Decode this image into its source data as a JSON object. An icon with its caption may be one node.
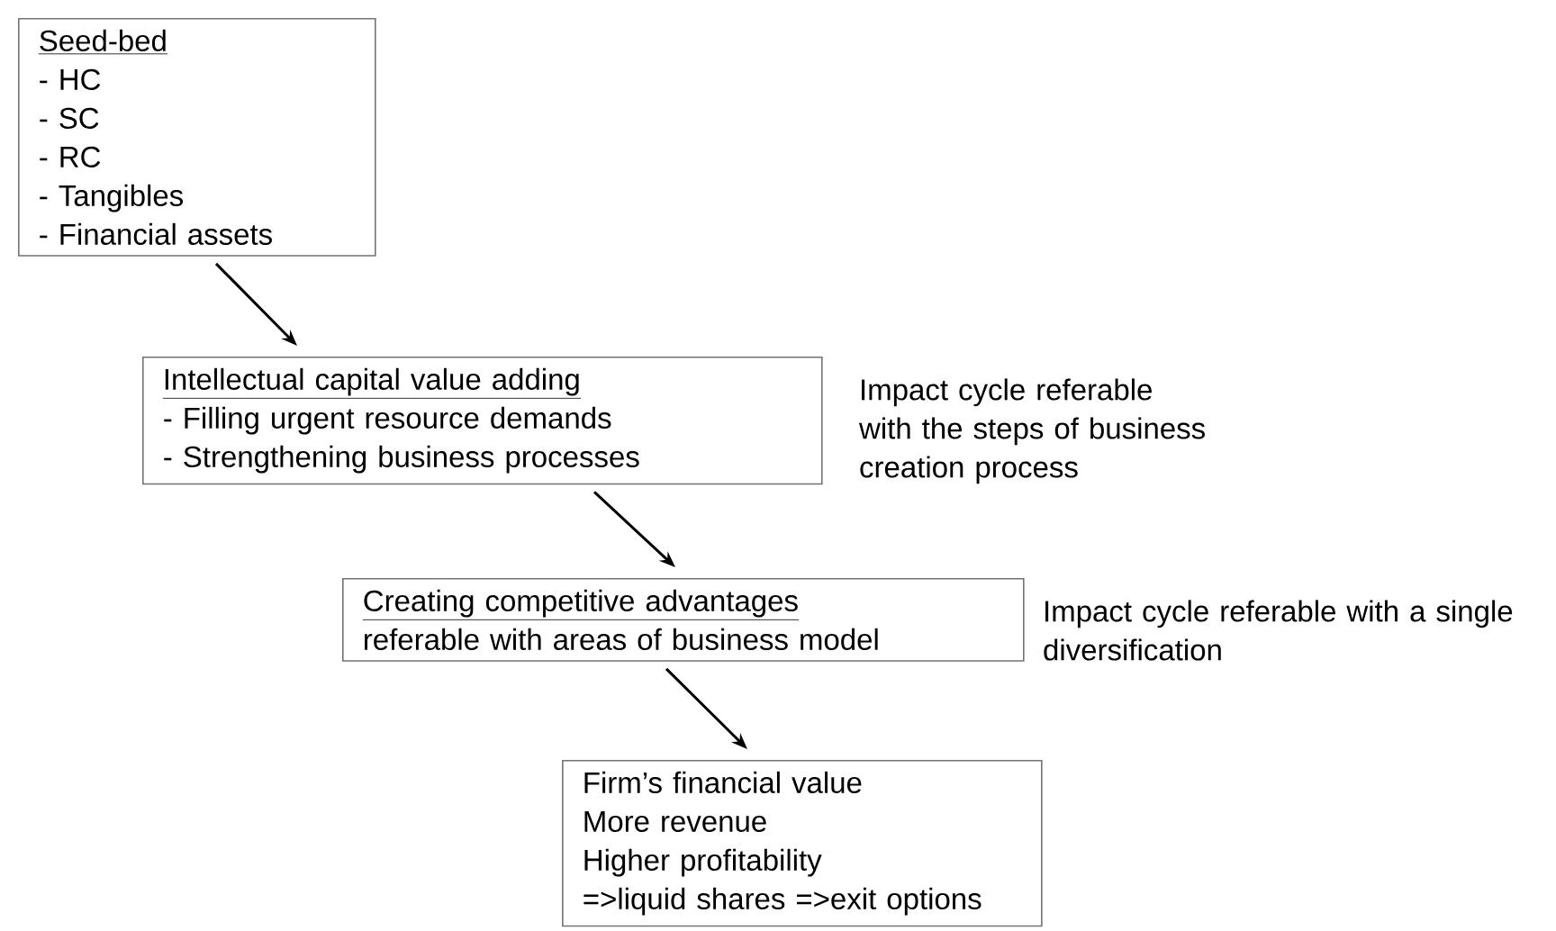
{
  "diagram": {
    "nodes": [
      {
        "text": [
          "Seed-bed",
          "- HC",
          "- SC",
          "- RC",
          "- Tangibles",
          "- Financial assets"
        ]
      },
      {
        "text": [
          "Intellectual capital value adding",
          "- Filling urgent resource demands",
          "- Strengthening business processes"
        ],
        "beside": [
          "Impact cycle referable with the steps of business creation process"
        ]
      },
      {
        "text": [
          "Creating competitive advantages",
          "referable with areas of business model"
        ],
        "beside": [
          "Impact cycle referable with a single diversification"
        ]
      },
      {
        "text": [
          "Firm’s financial value",
          "More revenue",
          "Higher profitability",
          "=>liquid shares =>exit options"
        ]
      }
    ],
    "edges": [
      {
        "from": 0,
        "to": 1,
        "arrow": "to"
      },
      {
        "from": 1,
        "to": 2,
        "arrow": "to"
      },
      {
        "from": 2,
        "to": 3,
        "arrow": "to"
      }
    ]
  }
}
